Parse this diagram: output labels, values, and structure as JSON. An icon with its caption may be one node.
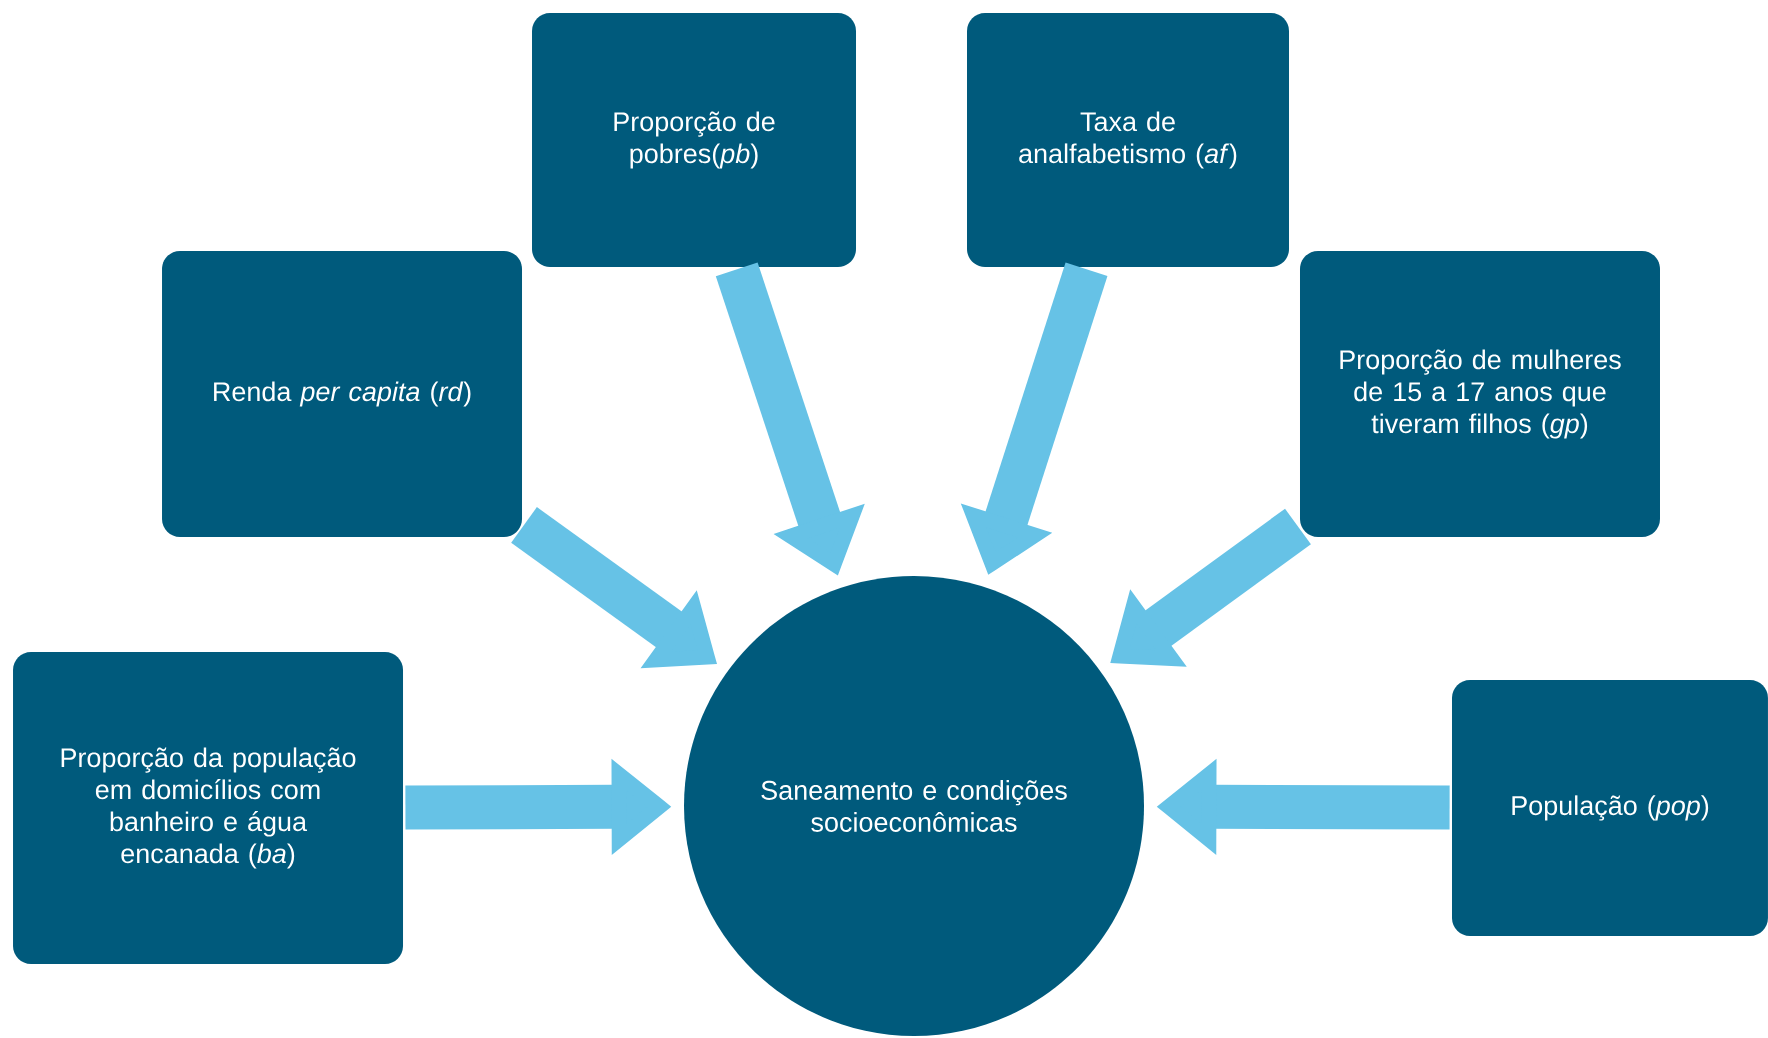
{
  "diagram": {
    "nodes": [
      {
        "text": [
          "Proporção de pobres(*pb*)"
        ]
      },
      {
        "text": [
          "Taxa de analfabetismo (*af*)"
        ]
      },
      {
        "text": [
          "Renda *per capita* (*rd*)"
        ]
      },
      {
        "text": [
          "Proporção de mulheres de 15 a 17 anos que tiveram filhos (*gp*)"
        ]
      },
      {
        "text": [
          "Proporção da população em domicílios com banheiro e água encanada (*ba*)"
        ]
      },
      {
        "text": [
          "Saneamento e condições socioeconômicas"
        ]
      },
      {
        "text": [
          "População (*pop*)"
        ]
      }
    ],
    "edges": [
      {
        "from": 0,
        "to": 5,
        "arrow": "to"
      },
      {
        "from": 1,
        "to": 5,
        "arrow": "to"
      },
      {
        "from": 2,
        "to": 5,
        "arrow": "to"
      },
      {
        "from": 3,
        "to": 5,
        "arrow": "to"
      },
      {
        "from": 4,
        "to": 5,
        "arrow": "to"
      },
      {
        "from": 6,
        "to": 5,
        "arrow": "to"
      }
    ]
  }
}
